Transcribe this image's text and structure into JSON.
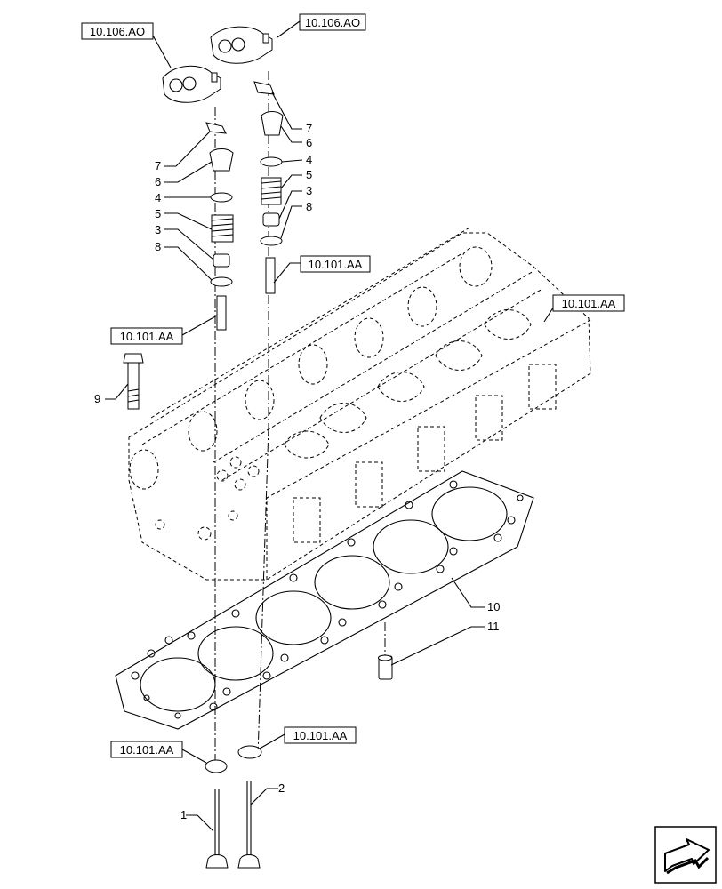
{
  "references": {
    "rocker_left": "10.106.AO",
    "rocker_right": "10.106.AO",
    "guide_right": "10.101.AA",
    "head": "10.101.AA",
    "guide_left": "10.101.AA",
    "seat_left": "10.101.AA",
    "seat_right": "10.101.AA"
  },
  "callouts": {
    "c7L": "7",
    "c6L": "6",
    "c4L": "4",
    "c5L": "5",
    "c3L": "3",
    "c8L": "8",
    "c7R": "7",
    "c6R": "6",
    "c4R": "4",
    "c5R": "5",
    "c3R": "3",
    "c8R": "8",
    "c9": "9",
    "c10": "10",
    "c11": "11",
    "c1": "1",
    "c2": "2"
  },
  "icons": {
    "nav": "arrow-next-page-icon"
  }
}
